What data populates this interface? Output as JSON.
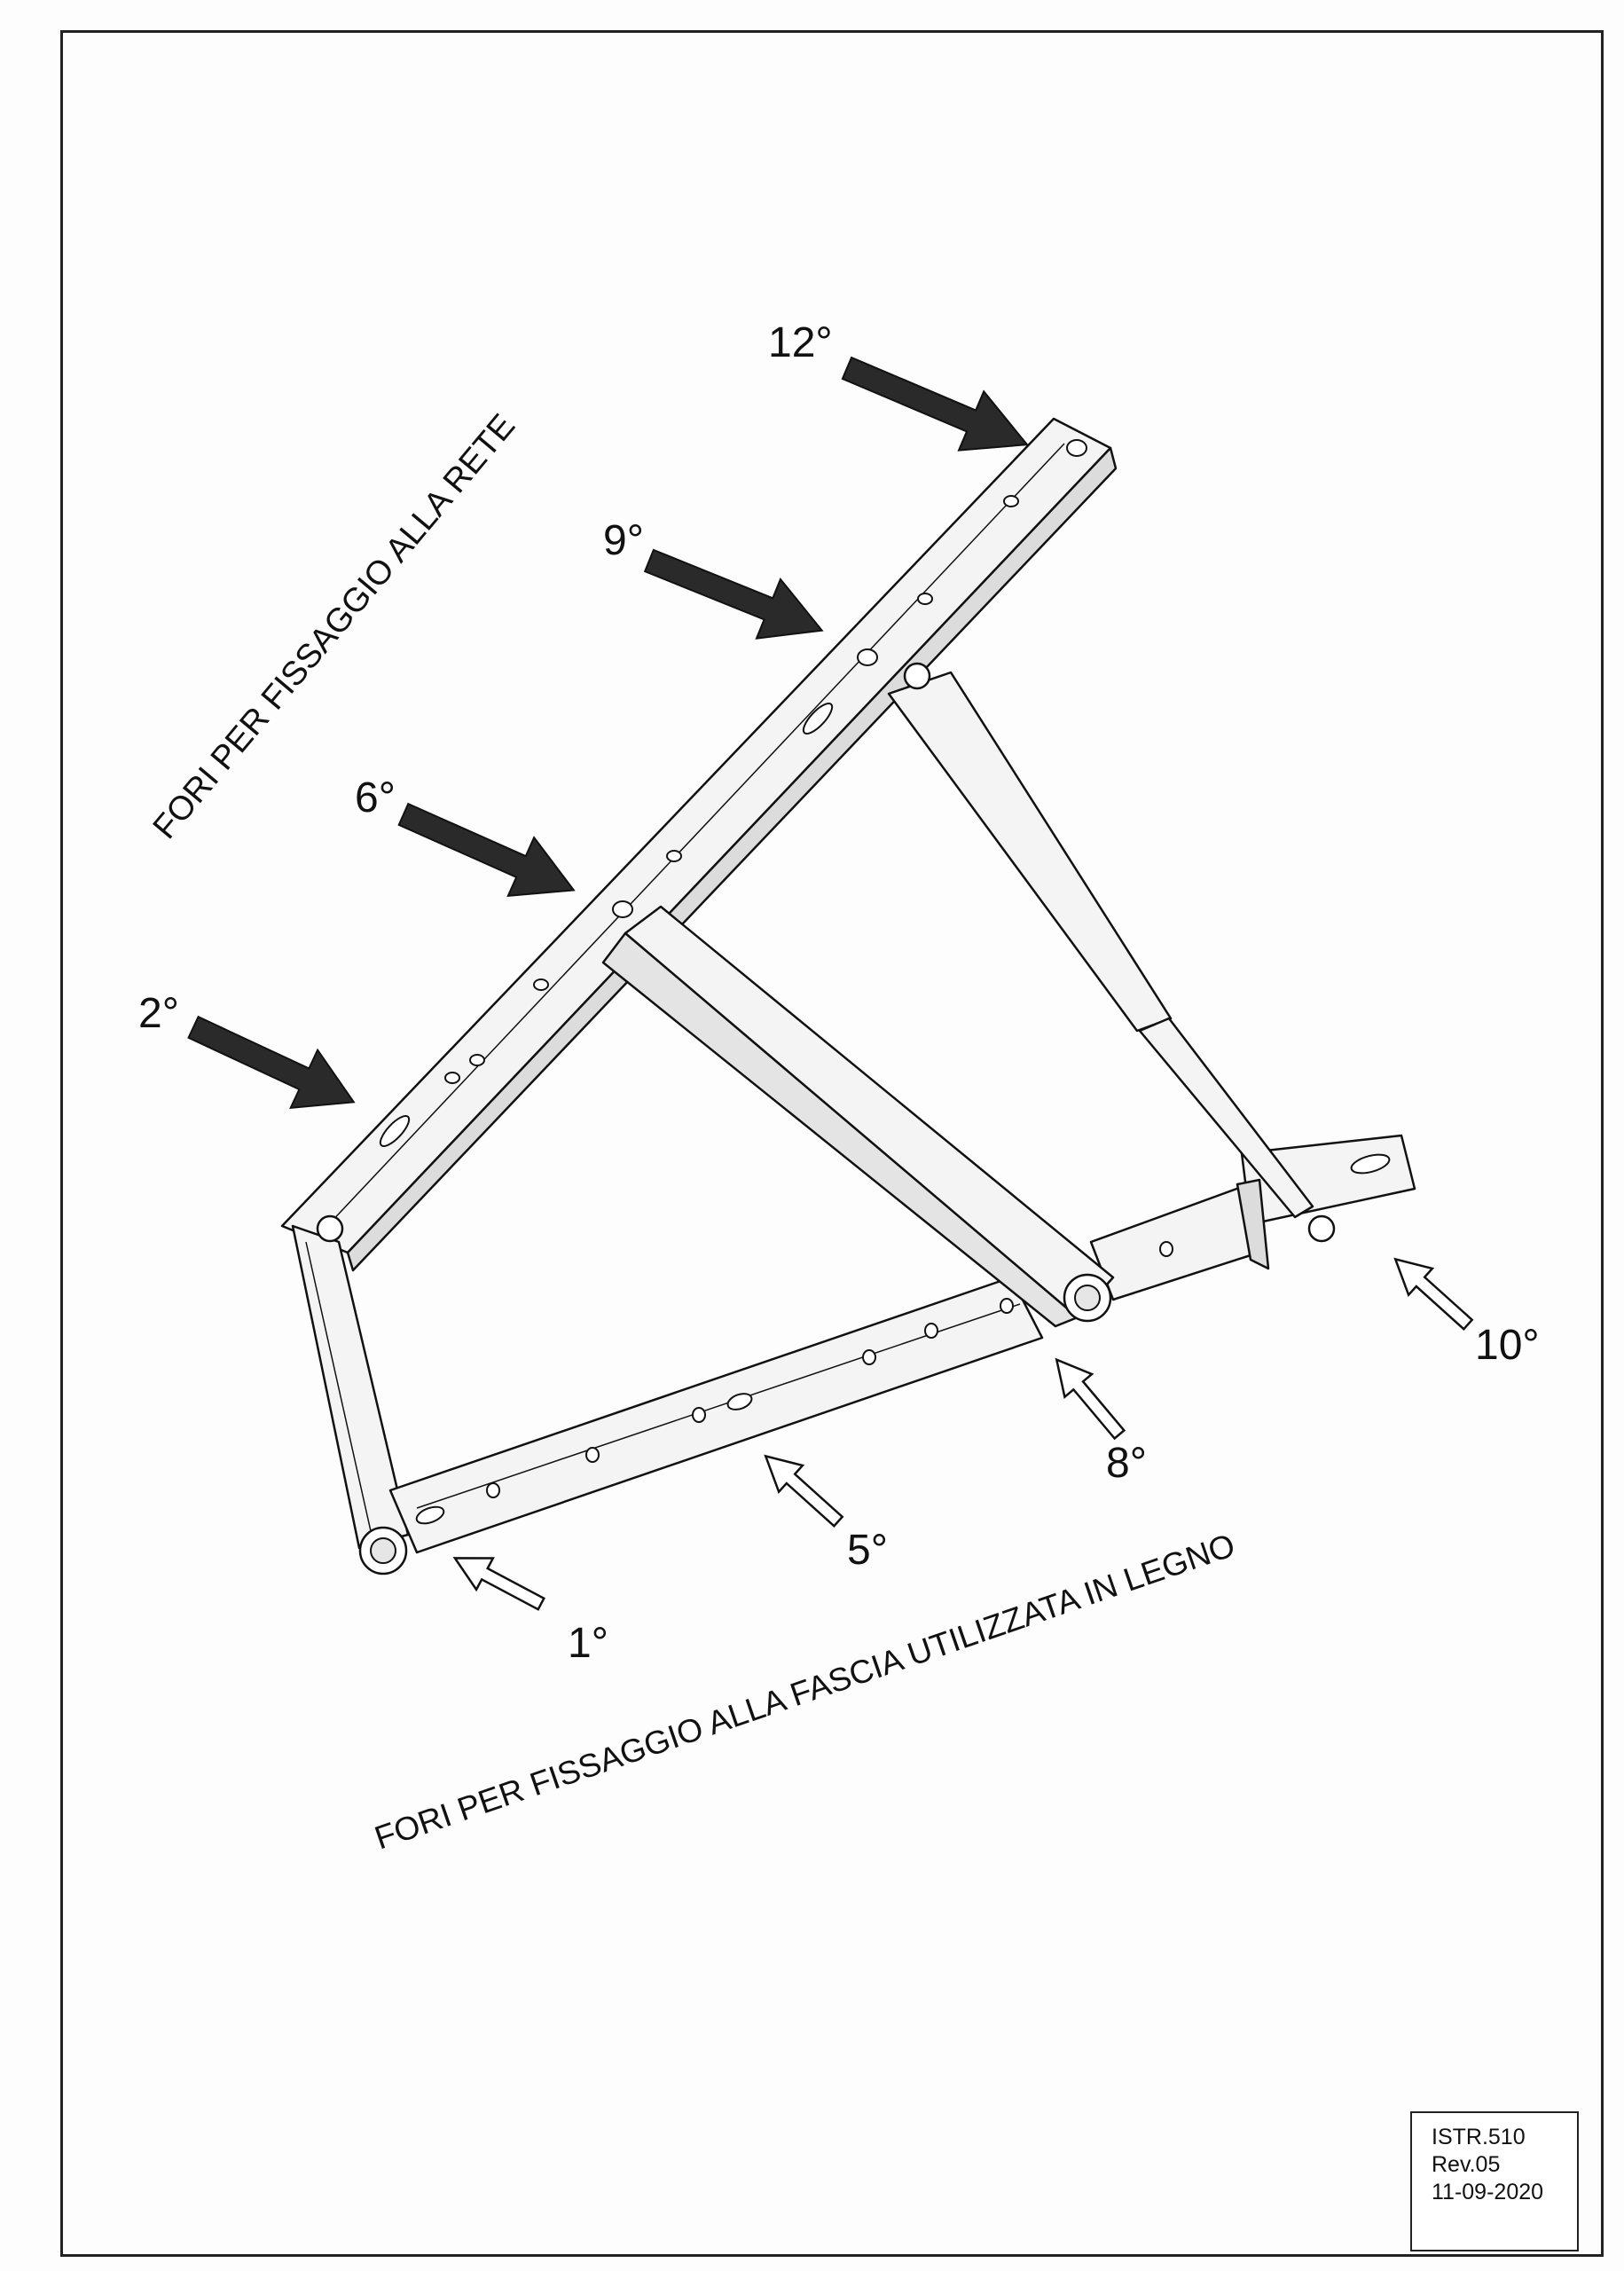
{
  "labels": {
    "top_caption": "FORI PER FISSAGGIO ALLA RETE",
    "bottom_caption": "FORI PER FISSAGGIO ALLA FASCIA UTILIZZATA IN LEGNO",
    "holes": {
      "h12": "12°",
      "h9": "9°",
      "h6": "6°",
      "h2": "2°",
      "h10": "10°",
      "h8": "8°",
      "h5": "5°",
      "h1": "1°"
    }
  },
  "revision": {
    "code": "ISTR.510",
    "rev": "Rev.05",
    "date": "11-09-2020"
  },
  "colors": {
    "ink": "#111111",
    "arrow_fill": "#2a2a2a",
    "metal": "#f4f4f4",
    "frame": "#222222"
  },
  "icons": [
    "solid-arrow-icon",
    "outline-arrow-icon"
  ]
}
